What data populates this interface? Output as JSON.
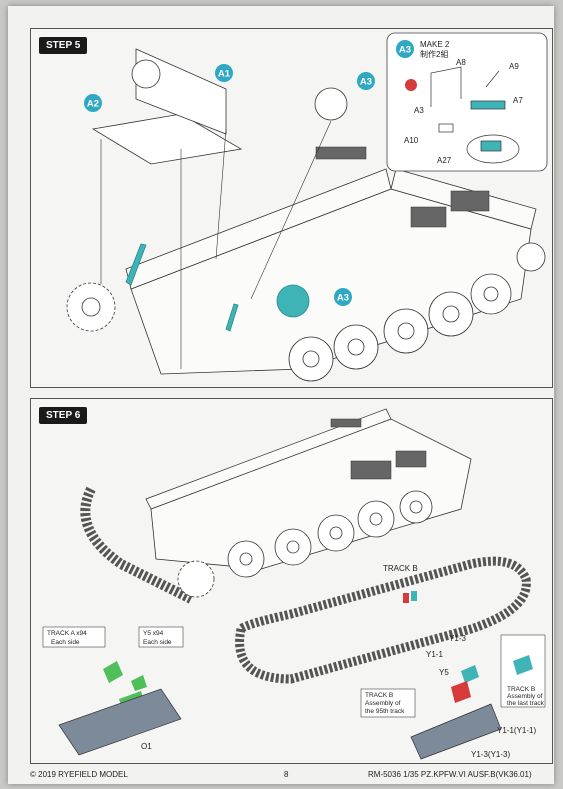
{
  "step5": {
    "title": "STEP 5",
    "callouts": [
      "A1",
      "A2",
      "A3",
      "A3"
    ],
    "inset": {
      "tag": "A3",
      "make": "MAKE 2",
      "make_cn": "制作2組",
      "parts": [
        "A8",
        "A9",
        "A7",
        "A3",
        "A10",
        "A27"
      ]
    }
  },
  "step6": {
    "title": "STEP 6",
    "track_a": {
      "line1": "TRACK A x94",
      "line2": "Each side"
    },
    "y5": {
      "line1": "Y5 x94",
      "line2": "Each side"
    },
    "track_b": "TRACK B",
    "labels": {
      "y1_3": "Y1-3",
      "y1_1": "Y1-1",
      "o1": "O1",
      "y5": "Y5",
      "y1_1b": "Y1-1(Y1-1)",
      "y1_3b": "Y1-3(Y1-3)"
    },
    "note_95": {
      "l1": "TRACK B",
      "l2": "Assembly of",
      "l3": "the 95th track"
    },
    "note_last": {
      "l1": "TRACK B",
      "l2": "Assembly of",
      "l3": "the last track"
    }
  },
  "footer": {
    "copyright": "© 2019 RYEFIELD MODEL",
    "page": "8",
    "product": "RM-5036 1/35  PZ.KPFW.VI AUSF.B(VK36.01)"
  },
  "colors": {
    "callout": "#2fa8c4",
    "part_teal": "#3fb4b7",
    "part_red": "#d63a3a",
    "part_green": "#4fbf5a"
  }
}
